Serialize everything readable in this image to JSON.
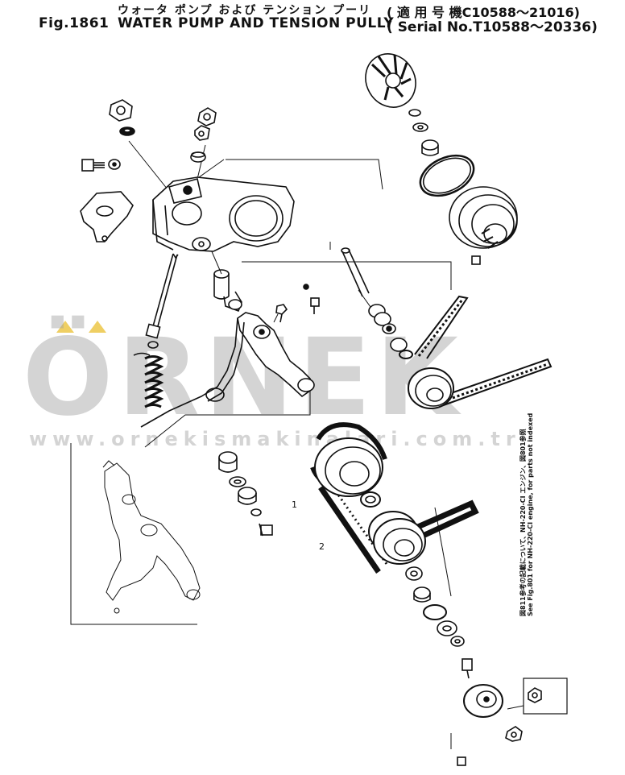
{
  "header": {
    "fig_number": "Fig.1861",
    "title_jp": "ウォータ ポンプ および テンション プーリ",
    "title_en": "WATER PUMP AND TENSION PULLY",
    "serial_jp": "( 適 用 号 機C10588〜21016)",
    "serial_en": "( Serial No.T10588〜20336)"
  },
  "side_note": {
    "line1": "図811参考の記載について、NH-220-CI エンジン、図801参照",
    "line2": "See Fig.801 for NH-220-CI engine, for parts not indexed"
  },
  "callouts": [
    {
      "id": "1",
      "label": "1"
    },
    {
      "id": "2",
      "label": "2"
    }
  ],
  "watermark": {
    "brand": "ÖRNEK",
    "url": "www.ornekismakinalari.com.tr"
  },
  "colors": {
    "ink": "#111111",
    "watermark_gray": "#a0a0a0",
    "watermark_yellow": "#ebc33c"
  }
}
